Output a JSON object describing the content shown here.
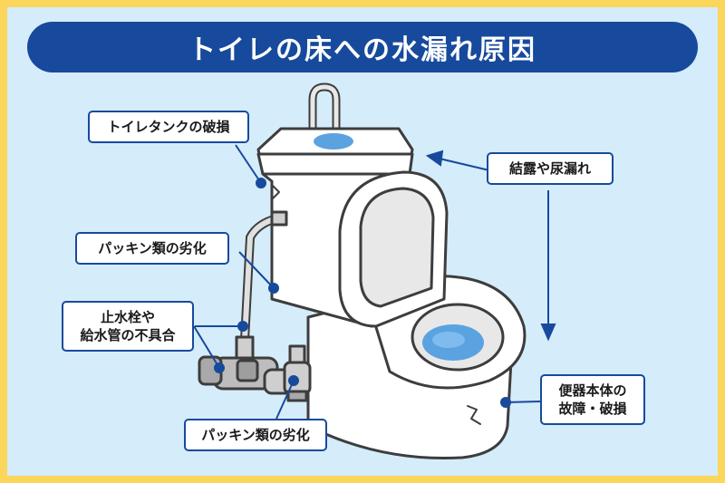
{
  "title": "トイレの床への水漏れ原因",
  "colors": {
    "frame": "#fcd65a",
    "background": "#d5ecfa",
    "accent": "#174a9c",
    "water": "#5aa3e0",
    "outline": "#3d3d3d"
  },
  "labels": {
    "tank_damage": "トイレタンクの破損",
    "condensation": "結露や尿漏れ",
    "packing_upper": "パッキン類の劣化",
    "stop_valve_line1": "止水栓や",
    "stop_valve_line2": "給水管の不具合",
    "packing_lower": "パッキン類の劣化",
    "bowl_line1": "便器本体の",
    "bowl_line2": "故障・破損"
  }
}
